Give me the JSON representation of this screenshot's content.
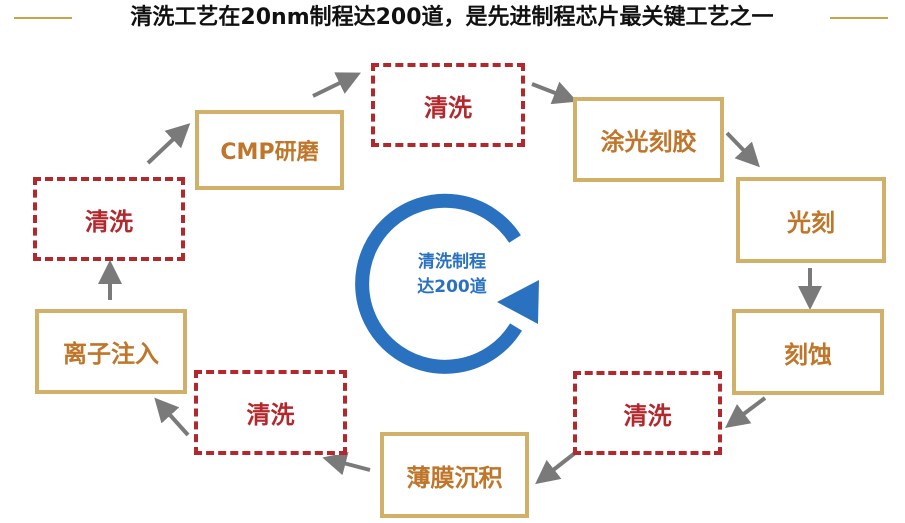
{
  "title": "清洗工艺在20nm制程达200道，是先进制程芯片最关键工艺之一",
  "steps": {
    "clean_top": "清洗",
    "coat": "涂光刻胶",
    "litho": "光刻",
    "etch": "刻蚀",
    "clean_right": "清洗",
    "deposit": "薄膜沉积",
    "clean_bottom": "清洗",
    "implant": "离子注入",
    "clean_left": "清洗",
    "cmp": "CMP研磨"
  },
  "center": {
    "line1": "清洗制程",
    "line2": "达200道"
  },
  "colors": {
    "gold_border": "#d1b06a",
    "gold_text": "#c0762a",
    "red_dashed": "#b3282d",
    "cycle_blue": "#2a72c0",
    "arrow_gray": "#7a7a7a"
  }
}
